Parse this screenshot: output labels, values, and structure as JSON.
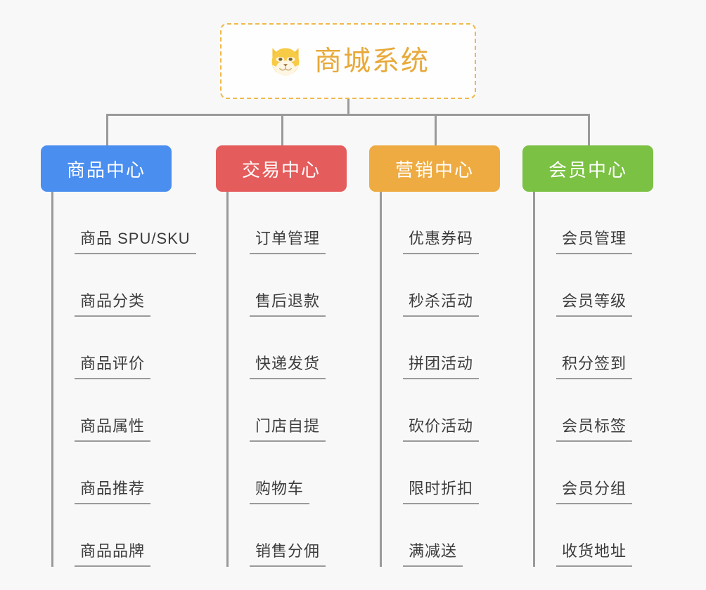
{
  "page": {
    "background_color": "#f8f8f8",
    "line_color": "#9a9a9a",
    "leaf_text_color": "#3c3c3c"
  },
  "root": {
    "title": "商城系统",
    "icon": "dog-face-icon",
    "text_color": "#e8a93a",
    "border_color": "#f0b84a",
    "background_color": "#fefefe"
  },
  "columns": [
    {
      "header": "商品中心",
      "color": "#4a8ef0",
      "items": [
        "商品 SPU/SKU",
        "商品分类",
        "商品评价",
        "商品属性",
        "商品推荐",
        "商品品牌"
      ]
    },
    {
      "header": "交易中心",
      "color": "#e55c5c",
      "items": [
        "订单管理",
        "售后退款",
        "快递发货",
        "门店自提",
        "购物车",
        "销售分佣"
      ]
    },
    {
      "header": "营销中心",
      "color": "#eeab42",
      "items": [
        "优惠券码",
        "秒杀活动",
        "拼团活动",
        "砍价活动",
        "限时折扣",
        "满减送"
      ]
    },
    {
      "header": "会员中心",
      "color": "#7bc143",
      "items": [
        "会员管理",
        "会员等级",
        "积分签到",
        "会员标签",
        "会员分组",
        "收货地址"
      ]
    }
  ]
}
